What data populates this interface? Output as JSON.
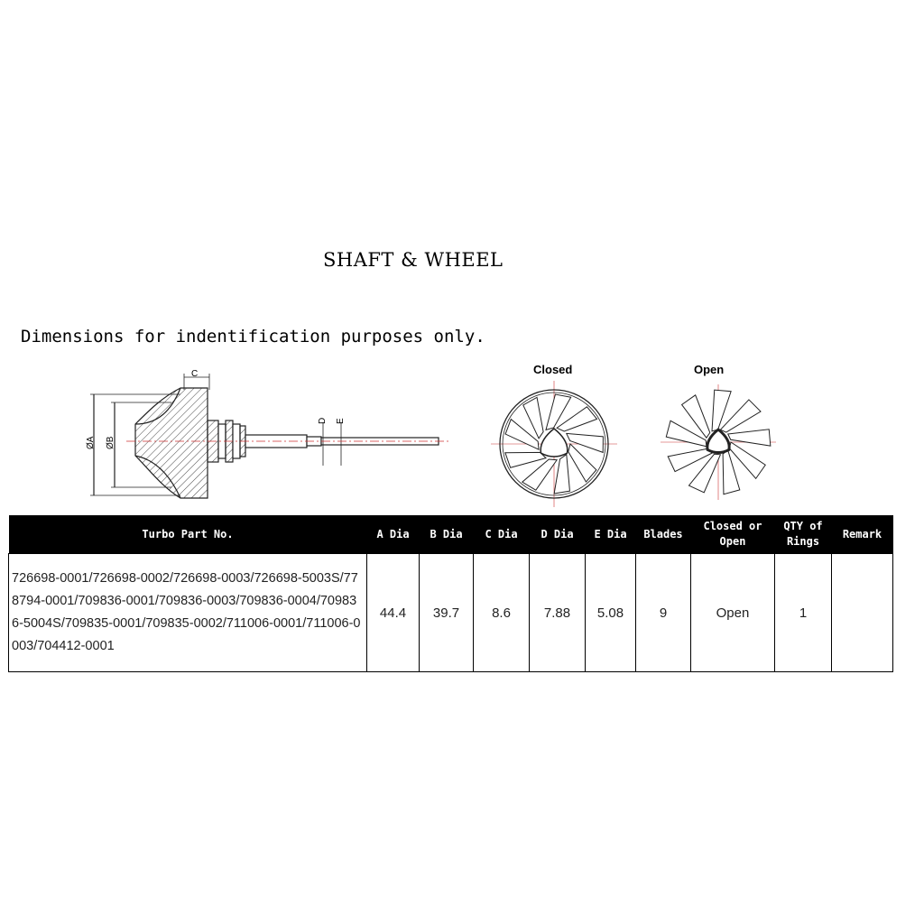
{
  "title": "SHAFT & WHEEL",
  "subtitle": "Dimensions for indentification purposes only.",
  "diagram": {
    "dim_labels": {
      "a": "ØA",
      "b": "ØB",
      "c": "C",
      "d": "D",
      "e": "E"
    },
    "closed_label": "Closed",
    "open_label": "Open"
  },
  "table": {
    "headers": {
      "part": "Turbo Part No.",
      "a": "A Dia",
      "b": "B Dia",
      "c": "C Dia",
      "d": "D Dia",
      "e": "E Dia",
      "blades": "Blades",
      "closed_open": "Closed or Open",
      "qty_rings": "QTY of Rings",
      "remark": "Remark"
    },
    "row": {
      "part": "726698-0001/726698-0002/726698-0003/726698-5003S/778794-0001/709836-0001/709836-0003/709836-0004/709836-5004S/709835-0001/709835-0002/711006-0001/711006-0003/704412-0001",
      "a": "44.4",
      "b": "39.7",
      "c": "8.6",
      "d": "7.88",
      "e": "5.08",
      "blades": "9",
      "closed_open": "Open",
      "qty_rings": "1",
      "remark": ""
    }
  }
}
